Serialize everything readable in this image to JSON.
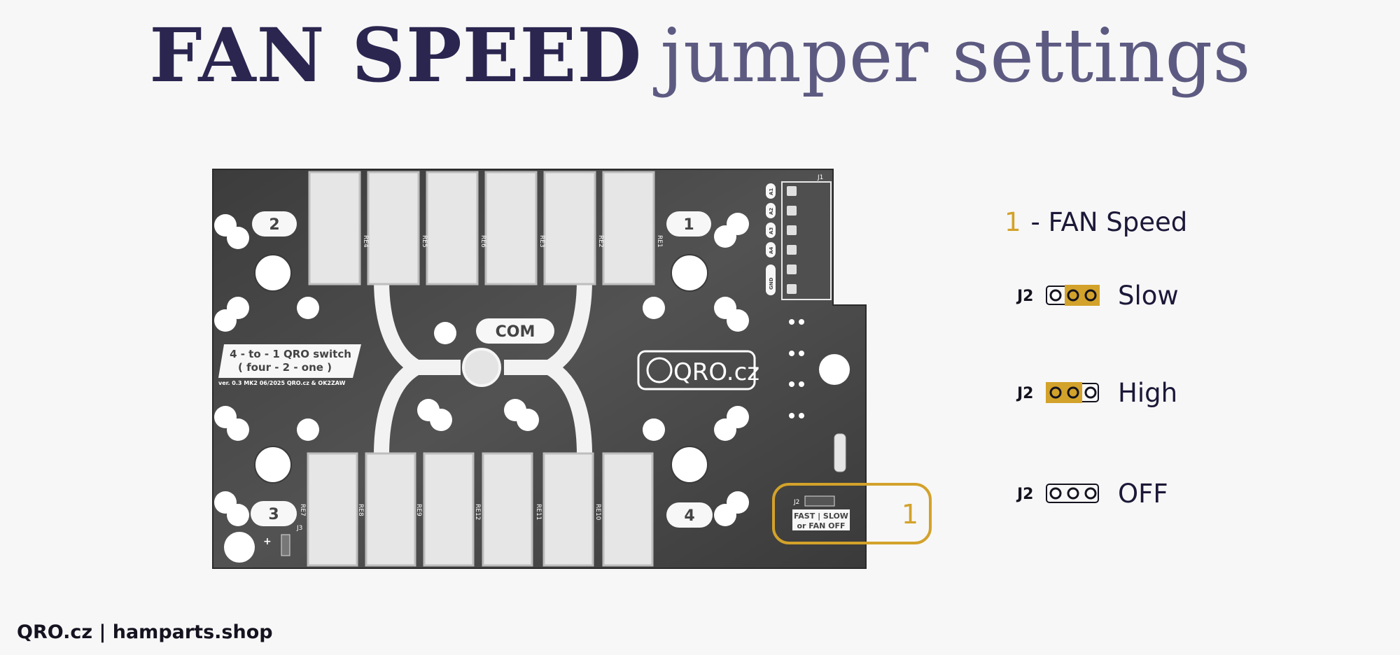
{
  "title": {
    "bold": "FAN SPEED",
    "light": "jumper settings"
  },
  "board": {
    "switch_label_line1": "4 - to - 1 QRO switch",
    "switch_label_line2": "( four - 2 - one )",
    "version": "ver. 0.3 MK2 06/2025 QRO.cz & OK2ZAW",
    "com_label": "COM",
    "port_labels": [
      "1",
      "2",
      "3",
      "4"
    ],
    "logo": "QRO.cz",
    "relays_top": [
      "RE4",
      "RE5",
      "RE6",
      "RE3",
      "RE2",
      "RE1"
    ],
    "relays_bottom": [
      "RE7",
      "RE8",
      "RE9",
      "RE12",
      "RE11",
      "RE10"
    ],
    "connector_pins": [
      "A1",
      "A2",
      "A3",
      "A4",
      "GND"
    ],
    "connector_name": "J1",
    "j3_label": "J3",
    "plus_label": "+",
    "j2_small": "J2",
    "fan_box_line1": "FAST | SLOW",
    "fan_box_line2": "or FAN OFF",
    "callout_number": "1"
  },
  "legend": {
    "number": "1",
    "title": "- FAN Speed",
    "rows": [
      {
        "j": "J2",
        "label": "Slow",
        "jumper": "right"
      },
      {
        "j": "J2",
        "label": "High",
        "jumper": "left"
      },
      {
        "j": "J2",
        "label": "OFF",
        "jumper": "none"
      }
    ]
  },
  "footer": "QRO.cz | hamparts.shop",
  "colors": {
    "board": "#4a4a4a",
    "accent": "#d3a22a",
    "title_dark": "#2b2650",
    "title_light": "#5d5a82"
  }
}
